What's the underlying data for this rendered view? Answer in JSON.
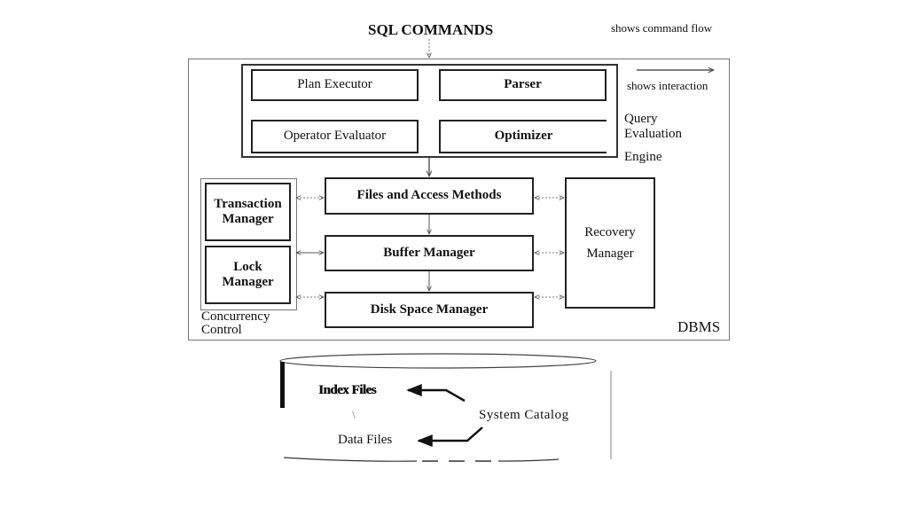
{
  "title": "SQL COMMANDS",
  "legend": {
    "command_flow": "shows command flow",
    "interaction": "shows interaction"
  },
  "query_engine": {
    "label_lines": [
      "Query",
      "Evaluation",
      "Engine"
    ],
    "components": {
      "plan_executor": "Plan Executor",
      "parser": "Parser",
      "operator_evaluator": "Operator Evaluator",
      "optimizer": "Optimizer"
    }
  },
  "storage_layers": {
    "files_access": "Files and Access Methods",
    "buffer_manager": "Buffer Manager",
    "disk_space_manager": "Disk Space Manager"
  },
  "concurrency": {
    "label_lines": [
      "Concurrency",
      "Control"
    ],
    "transaction_manager_lines": [
      "Transaction",
      "Manager"
    ],
    "lock_manager_lines": [
      "Lock",
      "Manager"
    ]
  },
  "recovery_manager_lines": [
    "Recovery",
    "Manager"
  ],
  "dbms_label": "DBMS",
  "database": {
    "index_files": "Index Files",
    "data_files": "Data Files",
    "system_catalog": "System Catalog",
    "stray_mark": "\\"
  }
}
